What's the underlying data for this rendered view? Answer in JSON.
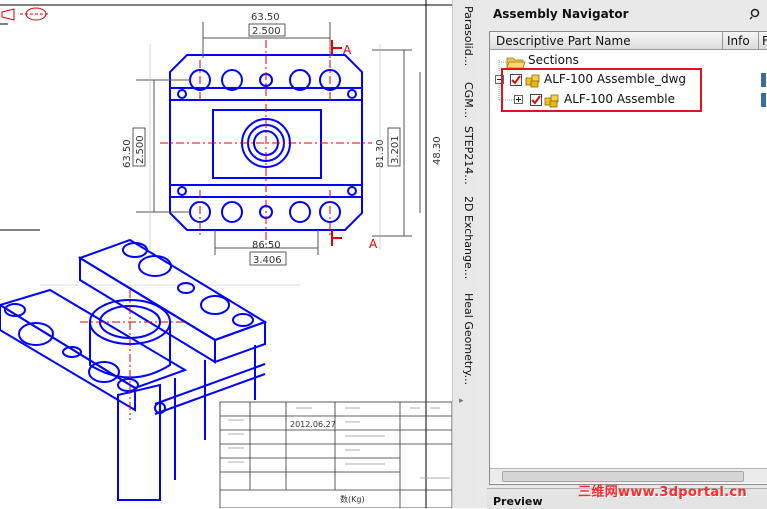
{
  "drawing": {
    "dims": {
      "top_width": "63.50",
      "top_width_inch": "2.500",
      "left_height": "63.50",
      "left_height_inch": "2.500",
      "right_height": "81.30",
      "right_height_inch": "3.201",
      "far_right_height": "48.30",
      "bottom_width": "86.50",
      "bottom_width_inch": "3.406"
    },
    "section_label": "A",
    "title_block": {
      "date": "2012.06.27",
      "label_lower": "数(Kg)"
    }
  },
  "tabs": [
    "Parasolid...",
    "CGM...",
    "STEP214...",
    "2D Exchange...",
    "Heal Geometry..."
  ],
  "navigator": {
    "title": "Assembly Navigator",
    "columns": [
      "Descriptive Part Name",
      "Info",
      "F"
    ],
    "items": [
      {
        "label": "Sections"
      },
      {
        "label": "ALF-100 Assemble_dwg"
      },
      {
        "label": "ALF-100 Assemble"
      }
    ],
    "preview_label": "Preview"
  },
  "watermark": "三维网www.3dportal.cn",
  "colors": {
    "drawing_blue": "#0000ff",
    "dim_red": "#e00000",
    "highlight_red": "#e0141e"
  }
}
